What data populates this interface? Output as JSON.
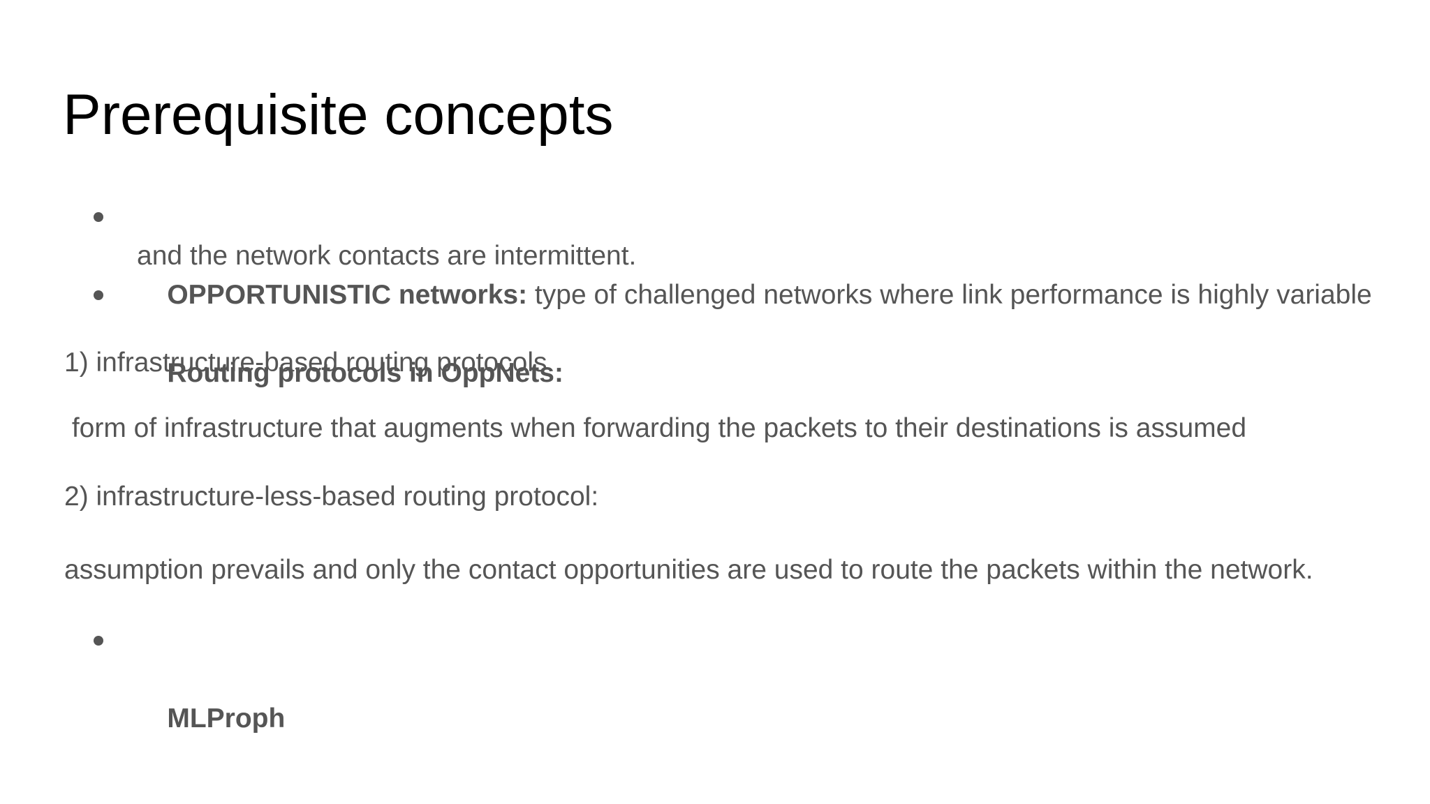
{
  "slide": {
    "title": "Prerequisite concepts",
    "colors": {
      "background": "#ffffff",
      "title_text": "#000000",
      "body_text": "#555555"
    },
    "bullet1": {
      "line1_bold": "OPPORTUNISTIC networks:",
      "line1_rest": " type of challenged networks where link performance is highly variable",
      "line2": "and the network contacts are intermittent."
    },
    "bullet2": "Routing protocols in OppNets:",
    "paragraphs": [
      "1) infrastructure-based routing protocols",
      " form of infrastructure that augments when forwarding the packets to their destinations is assumed",
      "2) infrastructure-less-based routing protocol:",
      "assumption prevails and only the contact opportunities are used to route the packets within the network."
    ],
    "bullet3": "MLProph"
  }
}
